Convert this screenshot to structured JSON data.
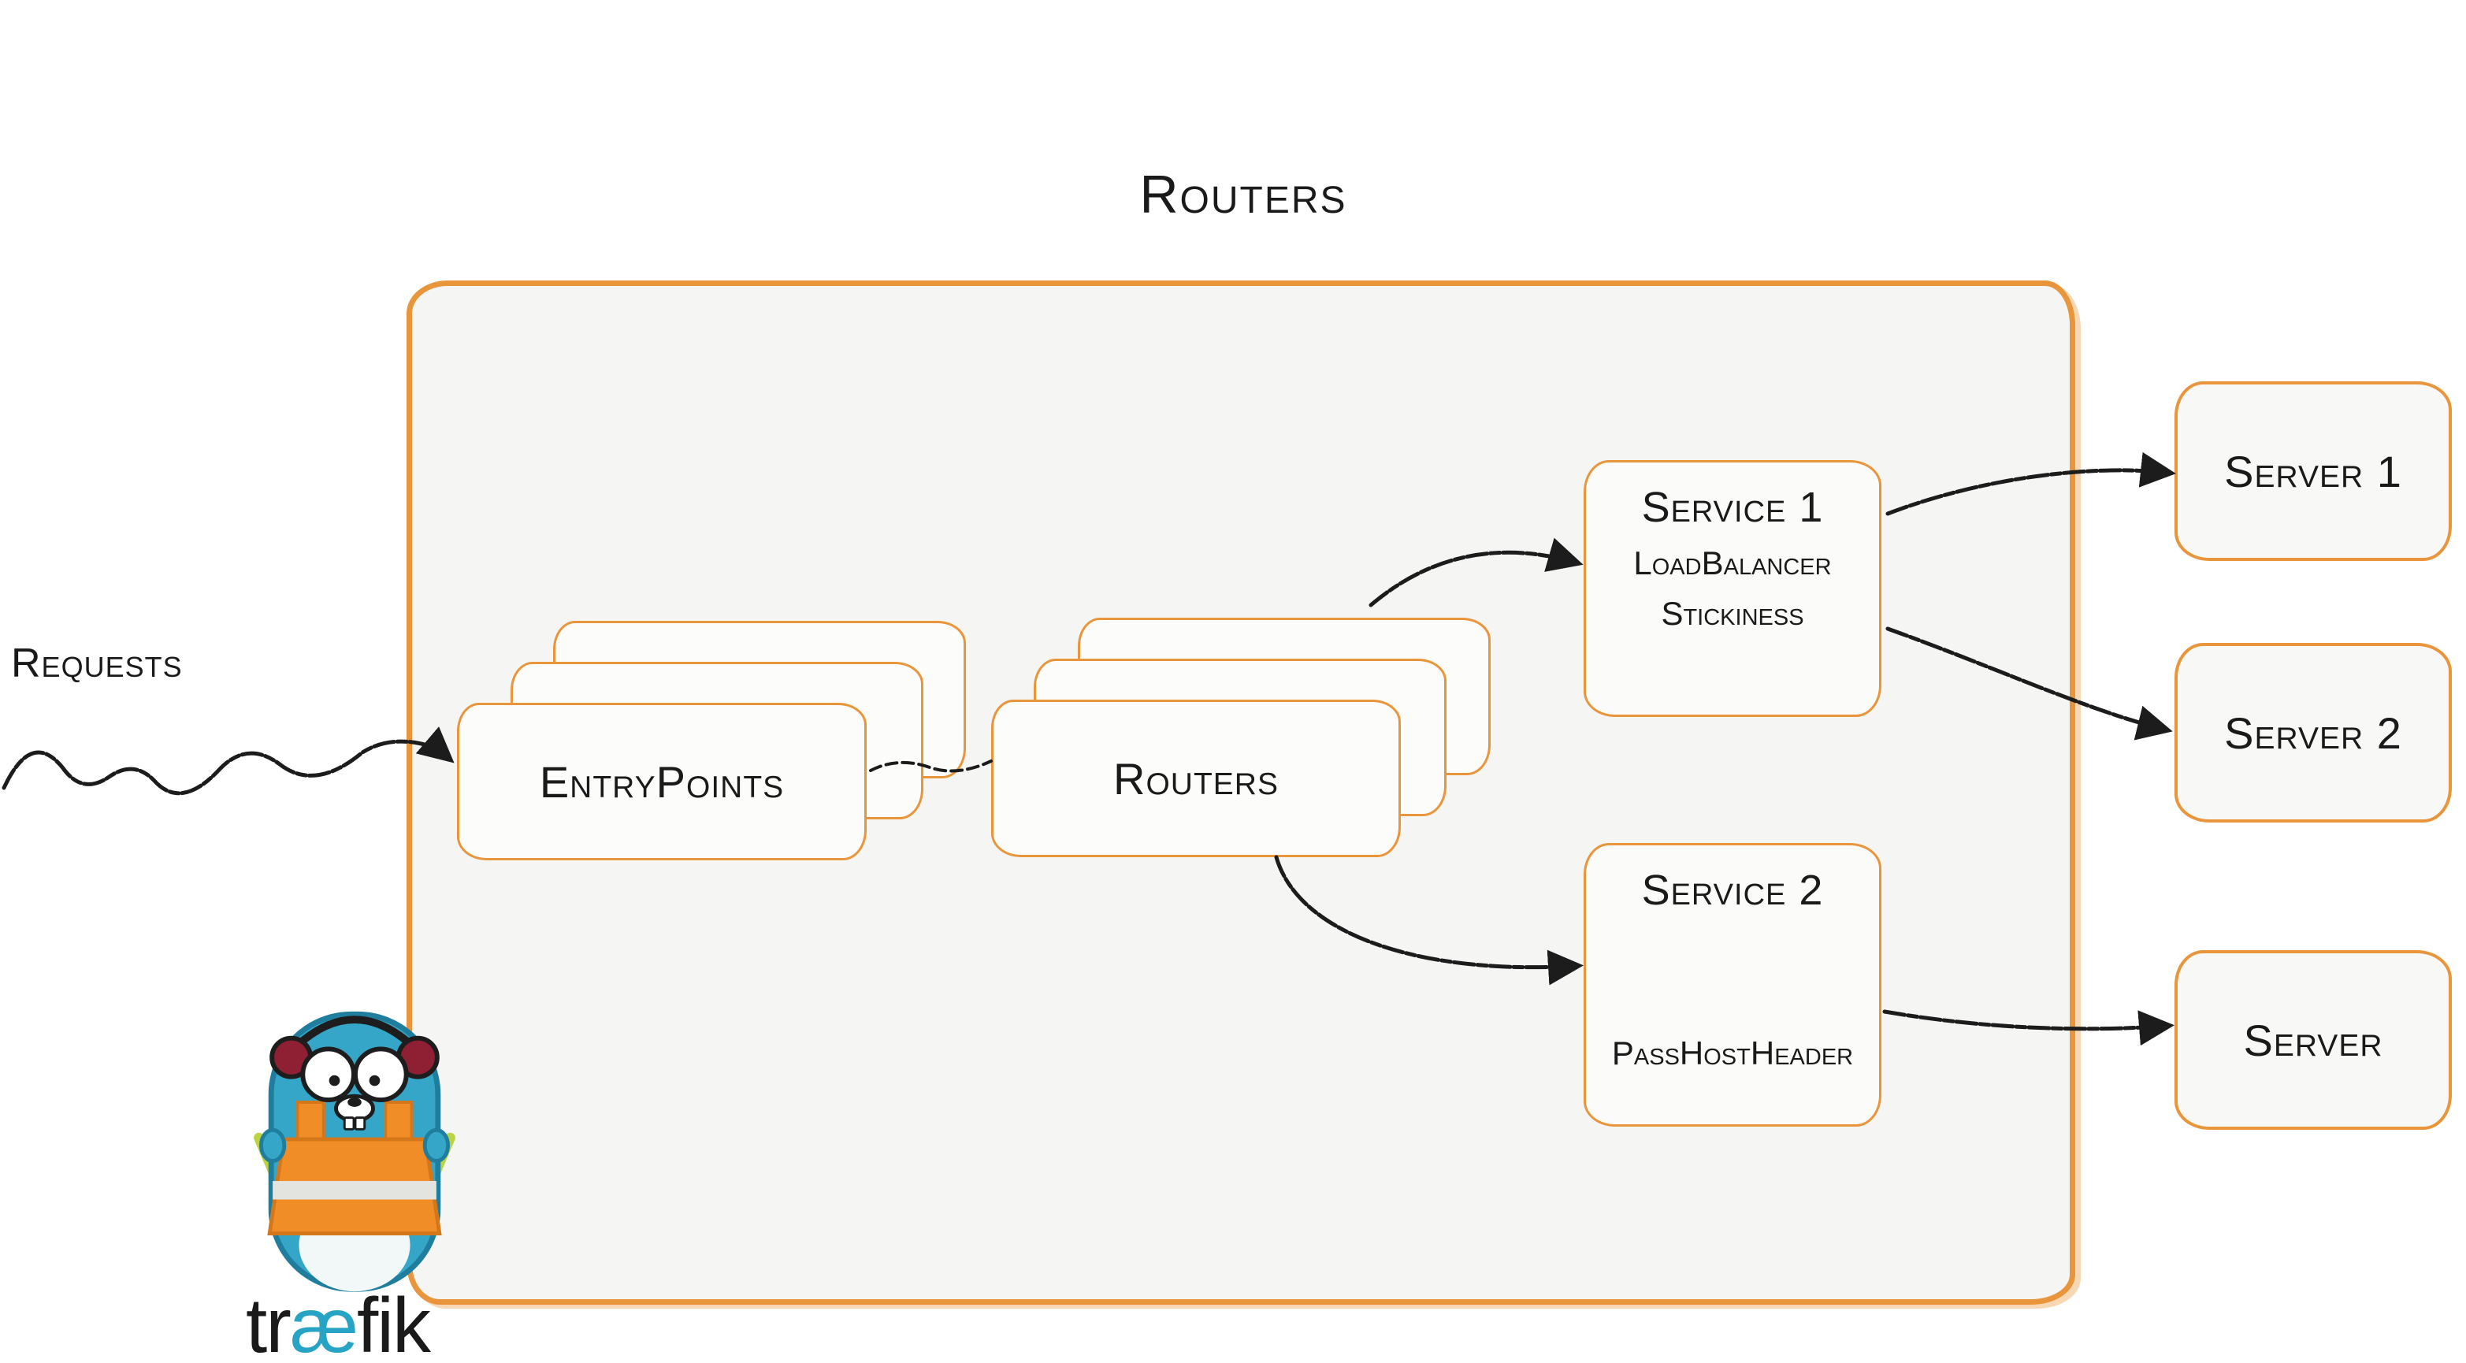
{
  "diagram": {
    "title": "Routers",
    "requests_label": "Requests",
    "entrypoints": {
      "label": "EntryPoints"
    },
    "routers": {
      "label": "Routers"
    },
    "service1": {
      "title": "Service 1",
      "feature1": "LoadBalancer",
      "feature2": "Stickiness"
    },
    "service2": {
      "title": "Service 2",
      "feature1": "PassHostHeader"
    },
    "servers": [
      {
        "label": "Server 1"
      },
      {
        "label": "Server 2"
      },
      {
        "label": "Server"
      }
    ],
    "logo": {
      "prefix": "tr",
      "ligature": "æ",
      "suffix": "fik"
    },
    "colors": {
      "accent_orange": "#e9953b",
      "logo_teal": "#27a3c4",
      "arrow_black": "#1c1c1c",
      "panel_fill": "#f5f5f3"
    }
  }
}
